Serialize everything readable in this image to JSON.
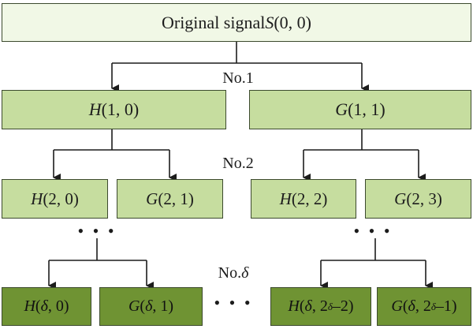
{
  "root": {
    "label_text": "Original signal ",
    "label_var": "S",
    "label_args": " (0, 0)"
  },
  "levels": [
    {
      "label": "No.1"
    },
    {
      "label": "No.2"
    },
    {
      "label": "No.",
      "label_var": "δ"
    }
  ],
  "level1": [
    {
      "fn": "H",
      "args": " (1, 0)"
    },
    {
      "fn": "G",
      "args": " (1, 1)"
    }
  ],
  "level2": [
    {
      "fn": "H",
      "args": " (2, 0)"
    },
    {
      "fn": "G",
      "args": " (2, 1)"
    },
    {
      "fn": "H",
      "args": " (2, 2)"
    },
    {
      "fn": "G",
      "args": " (2, 3)"
    }
  ],
  "level3": [
    {
      "fn": "H",
      "open": " (",
      "var": "δ",
      "rest": ", 0)"
    },
    {
      "fn": "G",
      "open": " (",
      "var": "δ",
      "rest": ", 1)"
    },
    {
      "fn": "H",
      "open": " (",
      "var": "δ",
      "pre_sup": ", 2",
      "sup": "δ",
      "post_sup": "–2)"
    },
    {
      "fn": "G",
      "open": " (",
      "var": "δ",
      "pre_sup": ", 2",
      "sup": "δ",
      "post_sup": "–1)"
    }
  ],
  "ellipsis": "• • •",
  "colors": {
    "root_fill": "#f1f8e6",
    "mid_fill": "#c6dd9f",
    "leaf_fill": "#6f9333",
    "stroke": "#3c4a2e"
  }
}
